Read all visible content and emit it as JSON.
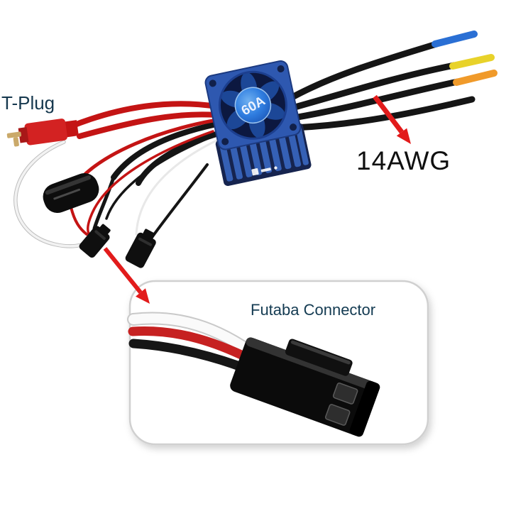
{
  "labels": {
    "t_plug": "T-Plug",
    "awg": "14AWG",
    "futaba": "Futaba Connector",
    "fan_rating": "60A"
  },
  "colors": {
    "arrow_red": "#e21b1b",
    "wire_red": "#c41414",
    "wire_black": "#151515",
    "heatsink_blue": "#2e58b0",
    "fan_hub_blue": "#2f7de0",
    "tip_blue": "#2a6fd4",
    "tip_yellow": "#e8d22a",
    "tip_orange": "#f09a2a",
    "tplug_red": "#d32222"
  }
}
